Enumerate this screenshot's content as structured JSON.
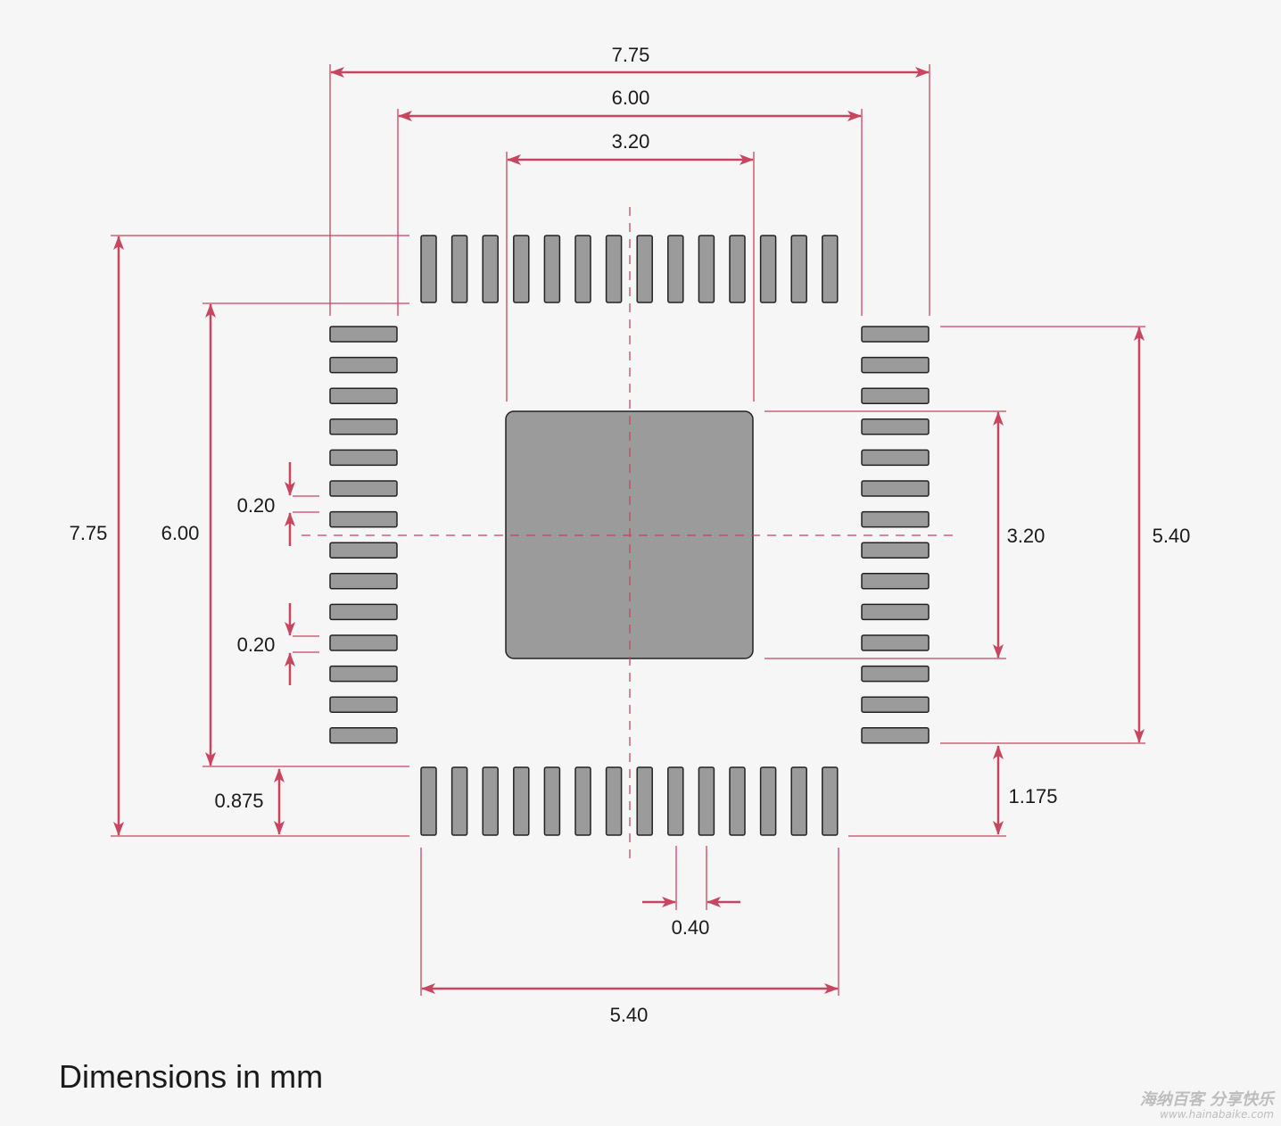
{
  "footprint": {
    "pads_per_side": 14,
    "pad_fill": "#9b9b9b",
    "dim_color": "#c8455f",
    "center_line_color": "#c8455f"
  },
  "dimensions": {
    "top_overall": "7.75",
    "top_inner": "6.00",
    "top_thermal": "3.20",
    "left_overall": "7.75",
    "left_inner": "6.00",
    "pad_gap_upper": "0.20",
    "pad_gap_lower": "0.20",
    "left_bottom_offset": "0.875",
    "right_thermal": "3.20",
    "right_pad_span": "5.40",
    "right_bottom_offset": "1.175",
    "pitch": "0.40",
    "bottom_pad_span": "5.40"
  },
  "caption": "Dimensions in mm",
  "watermark": {
    "line1": "海纳百客 分享快乐",
    "line2": "www.hainabaike.com"
  }
}
